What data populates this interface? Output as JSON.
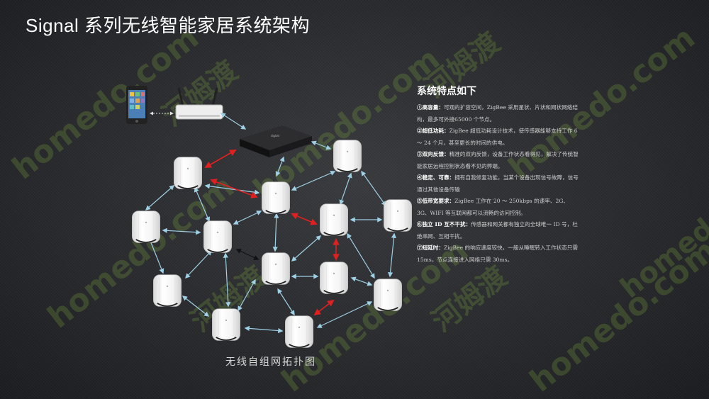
{
  "page": {
    "title": "Signal 系列无线智能家居系统架构"
  },
  "watermark": {
    "texts": [
      "homedo.com",
      "河姆渡"
    ],
    "color": "#7aa03c"
  },
  "diagram": {
    "caption": "无线自组网拓扑图",
    "devices": {
      "phone": "smartphone-icon",
      "router": "wifi-router-icon",
      "gateway": "gateway-hub-icon",
      "node": "zigbee-node-icon"
    },
    "link_colors": {
      "normal": "#9ed0e6",
      "repair": "#e02020",
      "phone_link": "#e0e0e0"
    }
  },
  "features": {
    "heading": "系统特点如下",
    "items": [
      {
        "name": "①高容量：",
        "text": "可观的扩容空间，ZigBee 采用星状、片状和网状网络结构，最多可外接65000 个节点。"
      },
      {
        "name": "②超低功耗：",
        "text": "ZigBee 超低功耗设计技术，使传感器能够支持工作 6 ～ 24 个月，甚至更长的时间的供电。"
      },
      {
        "name": "③双向反馈：",
        "text": "精准的双向反馈，设备工作状态看得见，解决了传统智能家居远程控制状态看不见的弊端。"
      },
      {
        "name": "④稳定、可靠：",
        "text": "拥有自我修复功能，当某个设备出现信号故障，信号通过其他设备传输"
      },
      {
        "name": "⑤低带宽要求：",
        "text": "ZigBee 工作在 20 ～ 250kbps 的速率、2G、3G、WIFI 等互联网都可以流畅的访问控制。"
      },
      {
        "name": "⑥独立 ID 互不干扰：",
        "text": "传感器和网关都有独立的全球唯一 ID 号，杜绝串网、互相干扰。"
      },
      {
        "name": "⑦短延时：",
        "text": "ZigBee 的响应速度较快，一般从睡眠转入工作状态只需 15ms，节点连接进入网络只需 30ms。"
      }
    ]
  }
}
